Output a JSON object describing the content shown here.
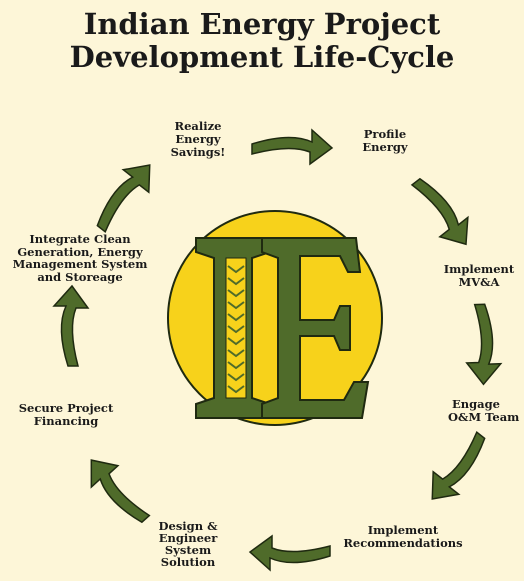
{
  "title": {
    "line1": "Indian Energy Project",
    "line2": "Development Life-Cycle"
  },
  "logo": {
    "letters": "IE"
  },
  "steps": [
    {
      "lines": [
        "Profile",
        "Energy"
      ]
    },
    {
      "lines": [
        "Implement",
        "MV&A"
      ]
    },
    {
      "lines": [
        "Engage",
        "O&M Team"
      ]
    },
    {
      "lines": [
        "Implement",
        "Recommendations"
      ]
    },
    {
      "lines": [
        "Design &",
        "Engineer",
        "System",
        "Solution"
      ]
    },
    {
      "lines": [
        "Secure Project",
        "Financing"
      ]
    },
    {
      "lines": [
        "Integrate Clean",
        "Generation, Energy",
        "Management System",
        "and Storeage"
      ]
    },
    {
      "lines": [
        "Realize",
        "Energy",
        "Savings!"
      ]
    }
  ],
  "colors": {
    "background": "#fdf6d8",
    "arrow_fill": "#4f6b2a",
    "arrow_stroke": "#1f2a10",
    "circle_fill": "#f7d21b",
    "letter_fill": "#4f6b2a",
    "letter_inner": "#f7d21b"
  }
}
